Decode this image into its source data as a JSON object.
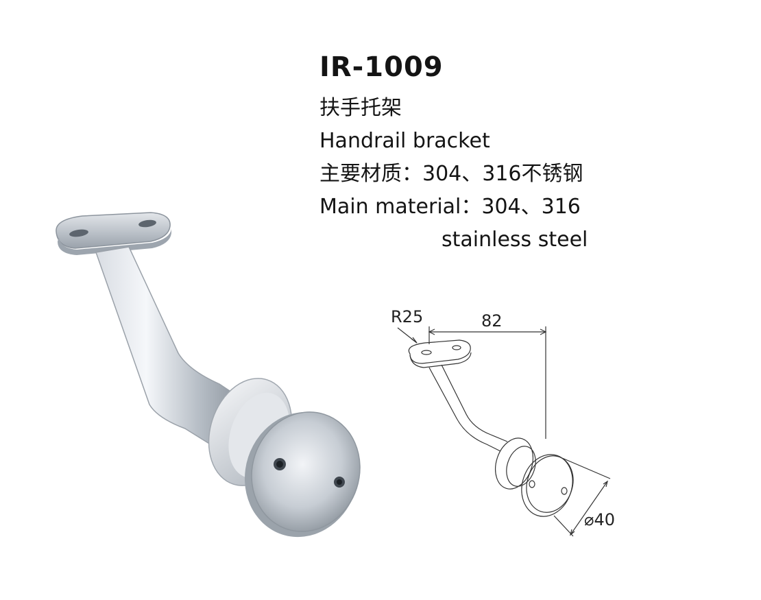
{
  "product": {
    "model": "IR-1009",
    "name_cn": "扶手托架",
    "name_en": "Handrail bracket",
    "material_cn": "主要材质：304、316不锈钢",
    "material_en_line1": "Main material：304、316",
    "material_en_line2": "stainless steel"
  },
  "drawing": {
    "radius_label": "R25",
    "length_label": "82",
    "diameter_label": "⌀40"
  },
  "colors": {
    "text": "#141414",
    "metal_highlight": "#f4f6f9",
    "metal_shadow": "#8b939c"
  }
}
